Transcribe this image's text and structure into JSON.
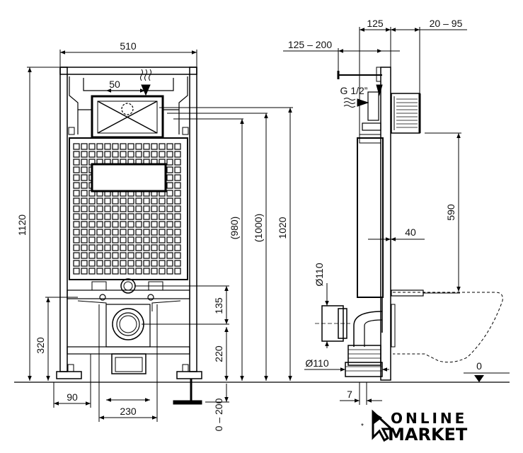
{
  "dimensions": {
    "frame_width": "510",
    "flush_offset": "50",
    "total_height": "1120",
    "height_980": "(980)",
    "height_1000": "(1000)",
    "height_1020": "1020",
    "height_135": "135",
    "height_220": "220",
    "height_320": "320",
    "leg_adjust": "0 – 200",
    "foot_90": "90",
    "span_230": "230",
    "depth_125": "125",
    "depth_20_95": "20 – 95",
    "depth_125_200": "125 – 200",
    "thread": "G 1/2”",
    "bracket_590": "590",
    "offset_40": "40",
    "pipe_110_top": "Ø110",
    "pipe_110_bottom": "Ø110",
    "floor_7": "7",
    "floor_0": "0"
  },
  "brand": {
    "line1": "ONLINE",
    "line2": "MARKET"
  },
  "colors": {
    "ink": "#000000",
    "grid": "#111111"
  }
}
